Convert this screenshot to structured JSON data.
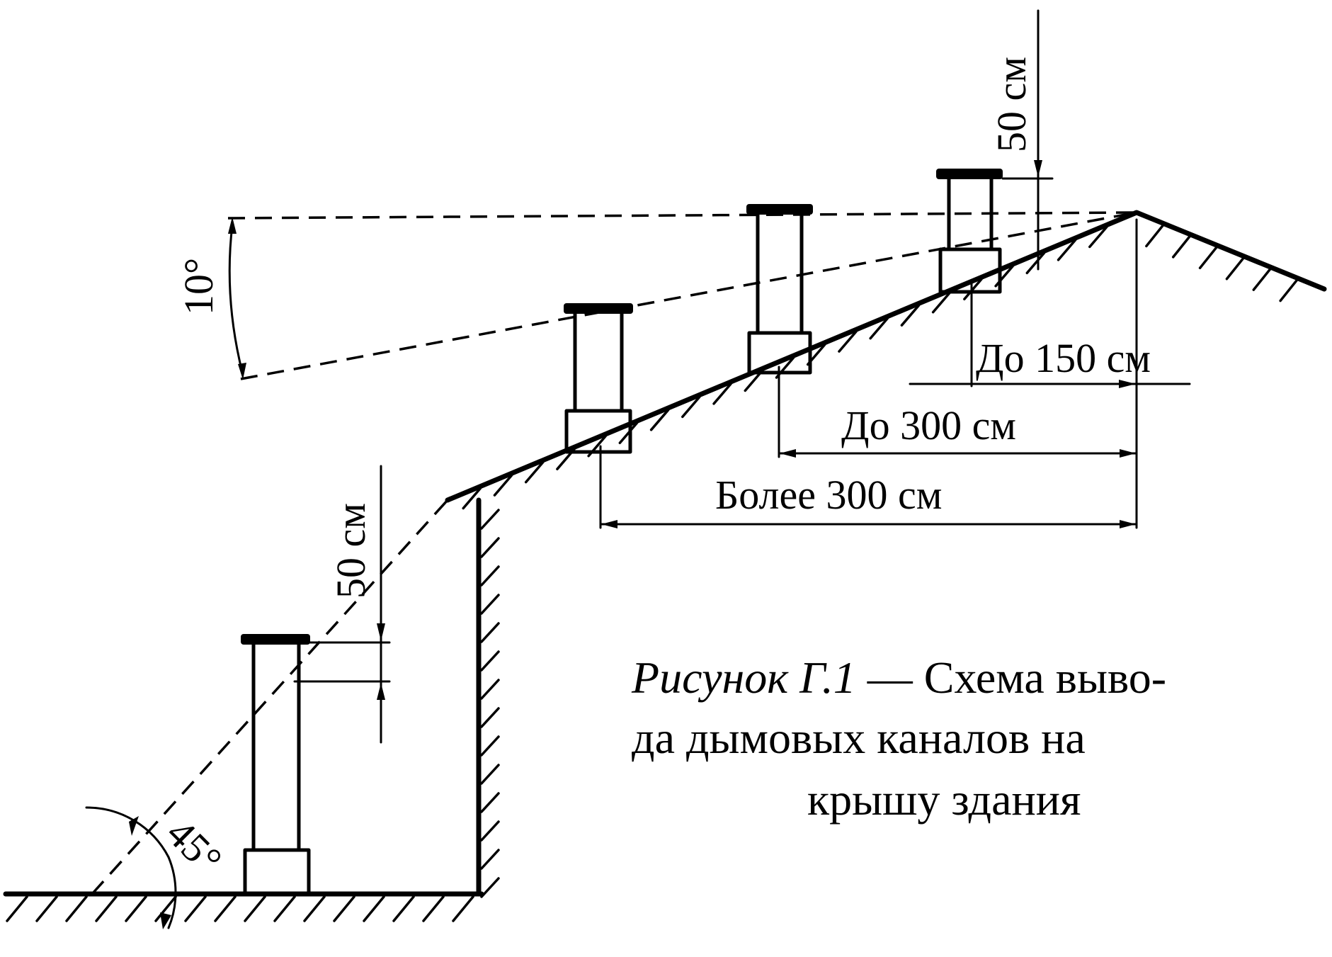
{
  "labels": {
    "angle_10": "10°",
    "angle_45": "45°",
    "dim_50_top": "50 см",
    "dim_50_left": "50 см",
    "dim_150": "До 150 см",
    "dim_300": "До 300 см",
    "dim_more_300": "Более 300 см"
  },
  "caption": {
    "prefix": "Рисунок Г.1",
    "dash": " — Схема выво-",
    "line2": "да дымовых каналов на",
    "line3": "крышу здания"
  },
  "colors": {
    "ink": "#000000",
    "paper": "#ffffff"
  }
}
